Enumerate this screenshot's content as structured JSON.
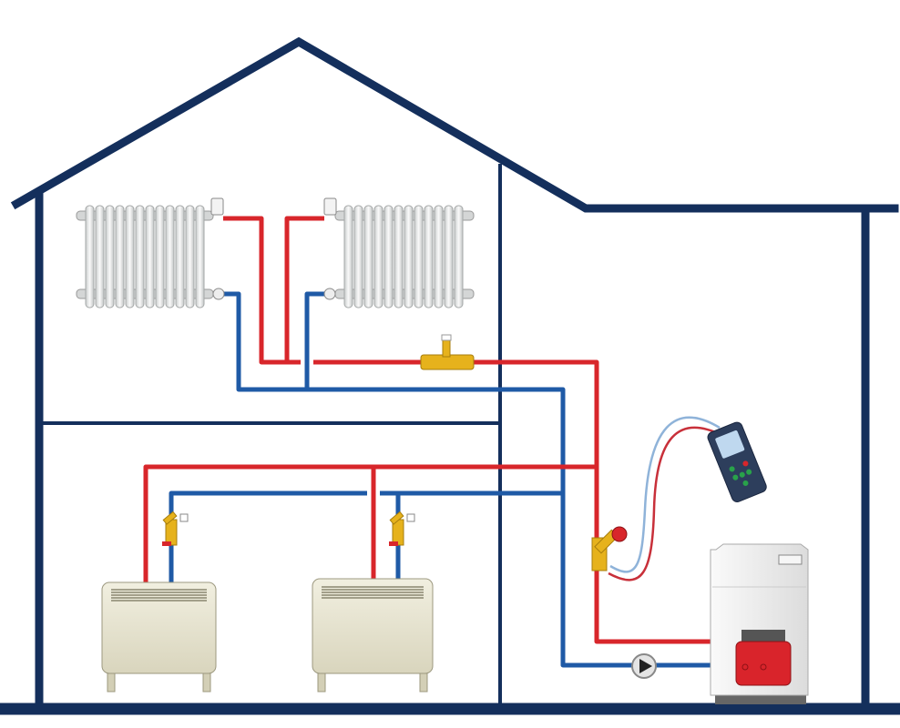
{
  "diagram": {
    "subject": "house-heating-system",
    "colors": {
      "structure": "#142f5c",
      "supply_pipe": "#d8262b",
      "return_pipe": "#1f5aa6",
      "valve_brass": "#e6b21c",
      "radiator": "#eceeee",
      "convector": "#e8e5d2",
      "boiler": "#f0f0f0",
      "burner": "#d9242b",
      "meter_body": "#2d3e5c"
    },
    "components": [
      {
        "icon": "radiator-icon",
        "floor": "upper",
        "count": 2
      },
      {
        "icon": "thermostatic-valve-icon",
        "floor": "upper",
        "count": 2
      },
      {
        "icon": "convector-icon",
        "floor": "ground",
        "count": 2
      },
      {
        "icon": "balancing-valve-icon",
        "floor": "ground",
        "count": 3
      },
      {
        "icon": "inline-valve-icon",
        "floor": "upper",
        "count": 1
      },
      {
        "icon": "flow-meter-icon",
        "count": 1
      },
      {
        "icon": "pump-icon",
        "count": 1
      },
      {
        "icon": "boiler-icon",
        "count": 1
      }
    ]
  }
}
